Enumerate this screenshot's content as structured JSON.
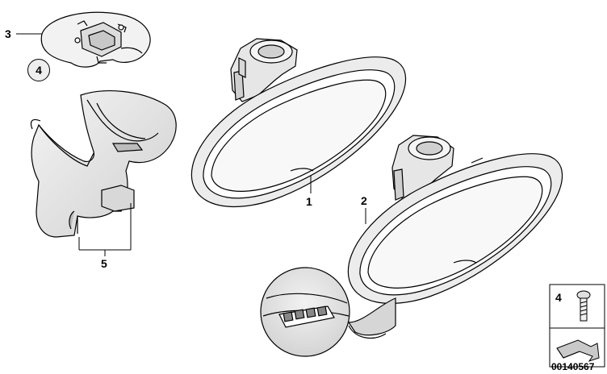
{
  "diagram": {
    "callouts": {
      "part_3": "3",
      "part_4_circled": "4",
      "part_5": "5",
      "part_1": "1",
      "part_2": "2"
    },
    "legend": {
      "screw_label": "4"
    },
    "reference_number": "00140567"
  },
  "colors": {
    "line": "#000000",
    "fill_light": "#ececec",
    "fill_shadow": "#cfcfcf",
    "background": "#ffffff"
  }
}
